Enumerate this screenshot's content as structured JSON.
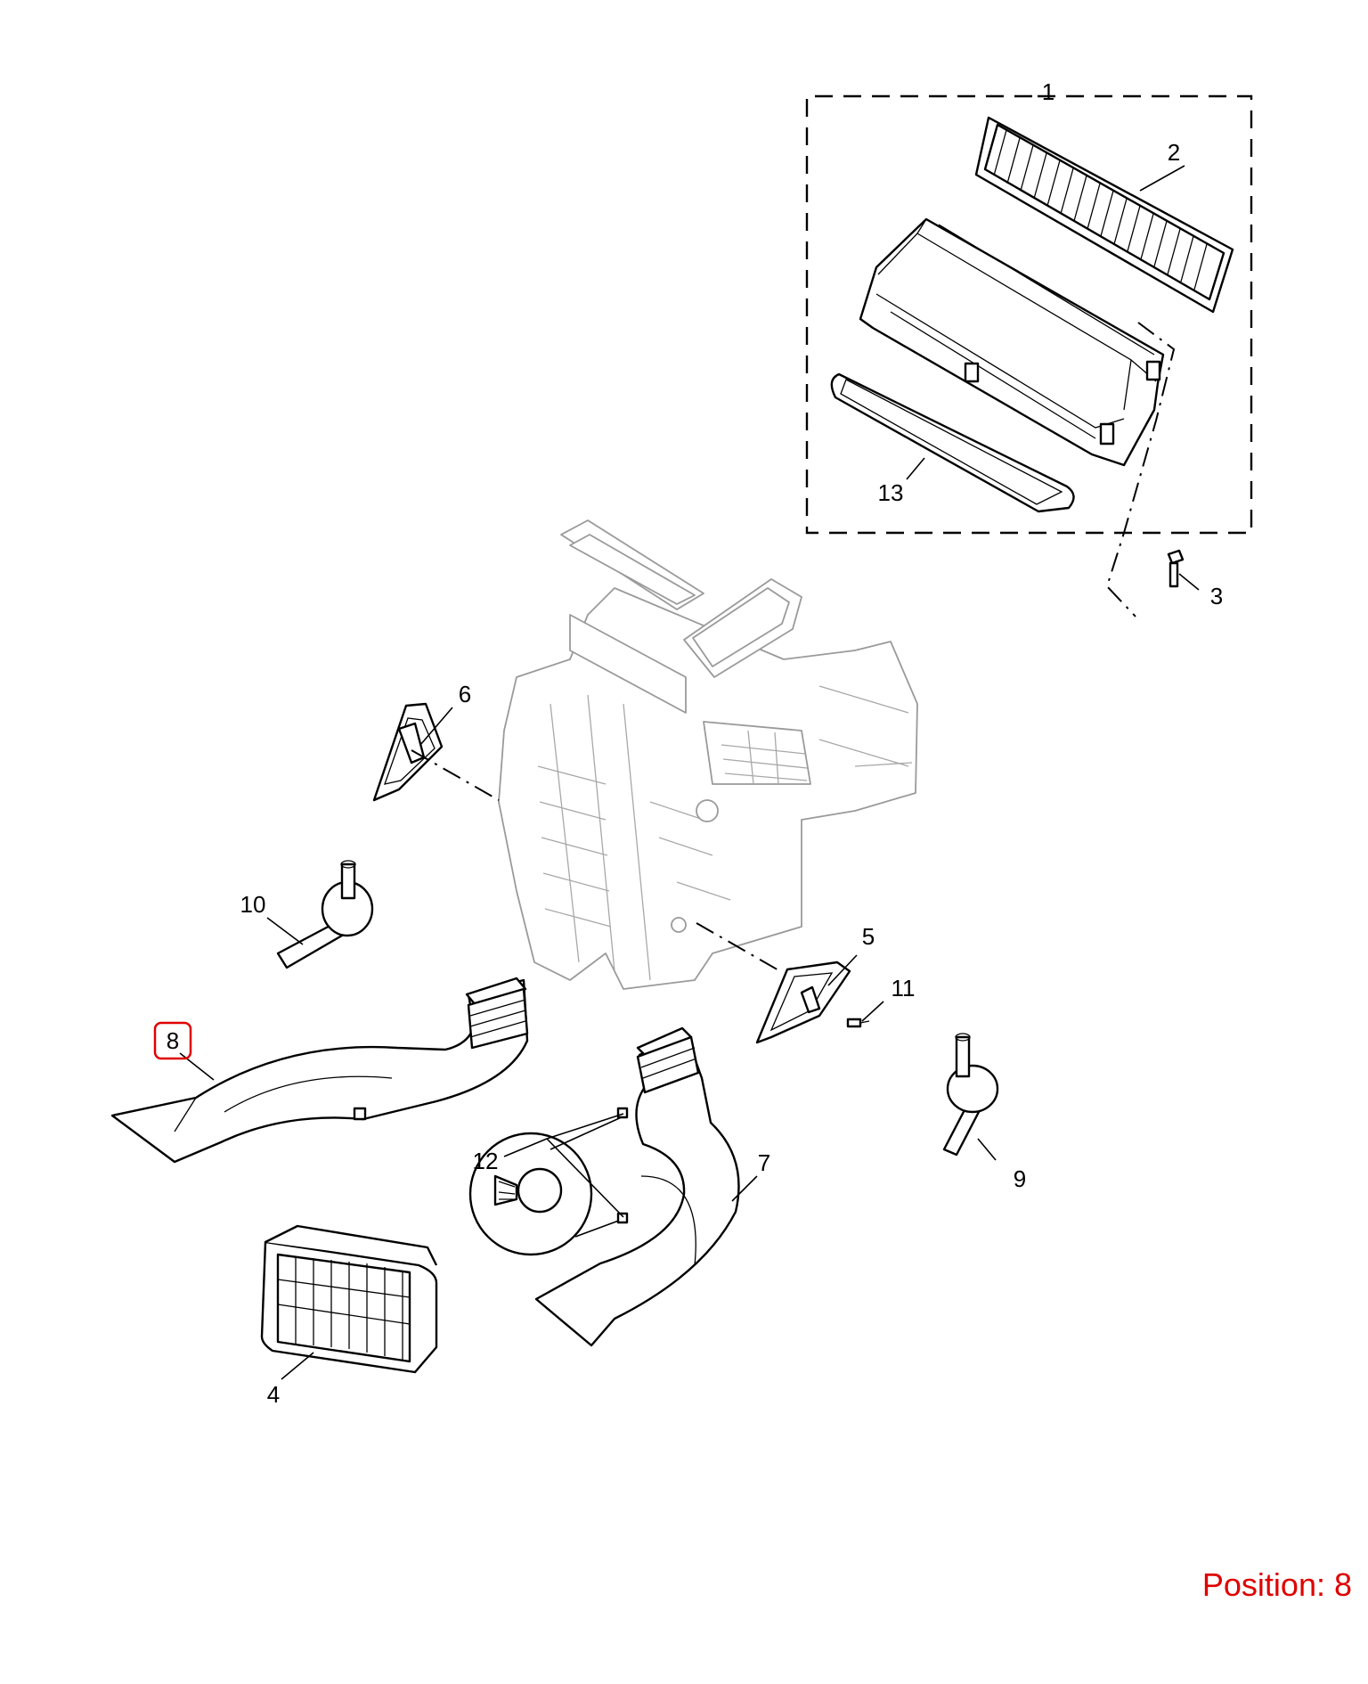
{
  "diagram": {
    "callouts": [
      {
        "id": "1",
        "label": "1"
      },
      {
        "id": "2",
        "label": "2"
      },
      {
        "id": "3",
        "label": "3"
      },
      {
        "id": "4",
        "label": "4"
      },
      {
        "id": "5",
        "label": "5"
      },
      {
        "id": "6",
        "label": "6"
      },
      {
        "id": "7",
        "label": "7"
      },
      {
        "id": "8",
        "label": "8"
      },
      {
        "id": "9",
        "label": "9"
      },
      {
        "id": "10",
        "label": "10"
      },
      {
        "id": "11",
        "label": "11"
      },
      {
        "id": "12",
        "label": "12"
      },
      {
        "id": "13",
        "label": "13"
      }
    ],
    "highlighted_callout": "8",
    "highlight_color": "#e00000"
  },
  "position_label": "Position: 8"
}
